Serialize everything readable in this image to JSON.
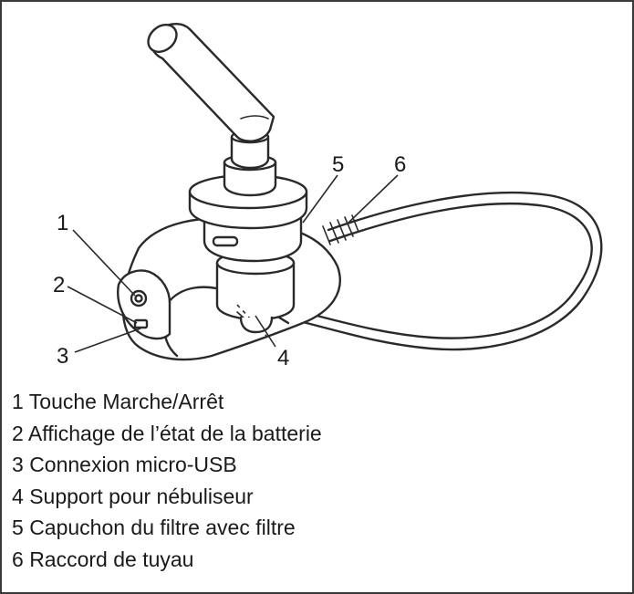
{
  "callouts": [
    "1",
    "2",
    "3",
    "4",
    "5",
    "6"
  ],
  "legend": [
    {
      "number": "1",
      "label": "Touche Marche/Arrêt"
    },
    {
      "number": "2",
      "label": "Affichage de l’état de la batterie"
    },
    {
      "number": "3",
      "label": "Connexion micro-USB"
    },
    {
      "number": "4",
      "label": "Support pour nébuliseur"
    },
    {
      "number": "5",
      "label": "Capuchon du filtre avec filtre"
    },
    {
      "number": "6",
      "label": "Raccord de tuyau"
    }
  ]
}
